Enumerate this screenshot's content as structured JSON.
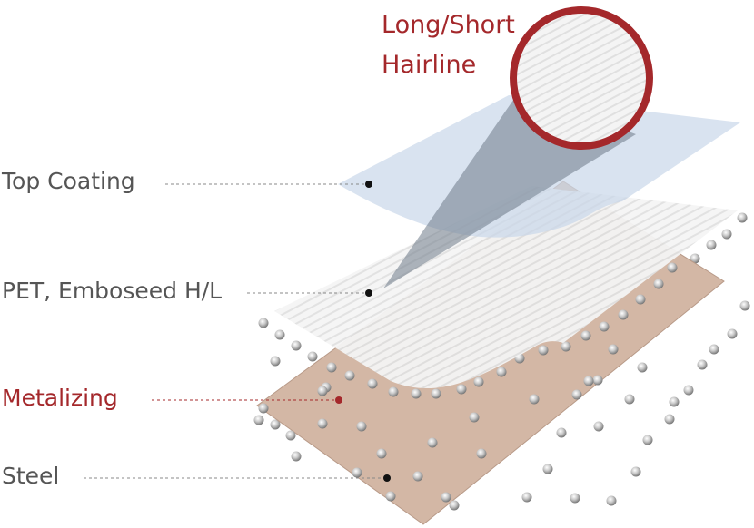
{
  "title": {
    "line1": "Long/Short",
    "line2": "Hairline"
  },
  "layers": [
    {
      "label": "Top Coating"
    },
    {
      "label": "PET, Emboseed H/L"
    },
    {
      "label": "Metalizing"
    },
    {
      "label": "Steel"
    }
  ],
  "colors": {
    "accent": "#a4282b",
    "steel": "#d3b7a5",
    "coating": "#d5e0ee",
    "label": "#555555"
  }
}
